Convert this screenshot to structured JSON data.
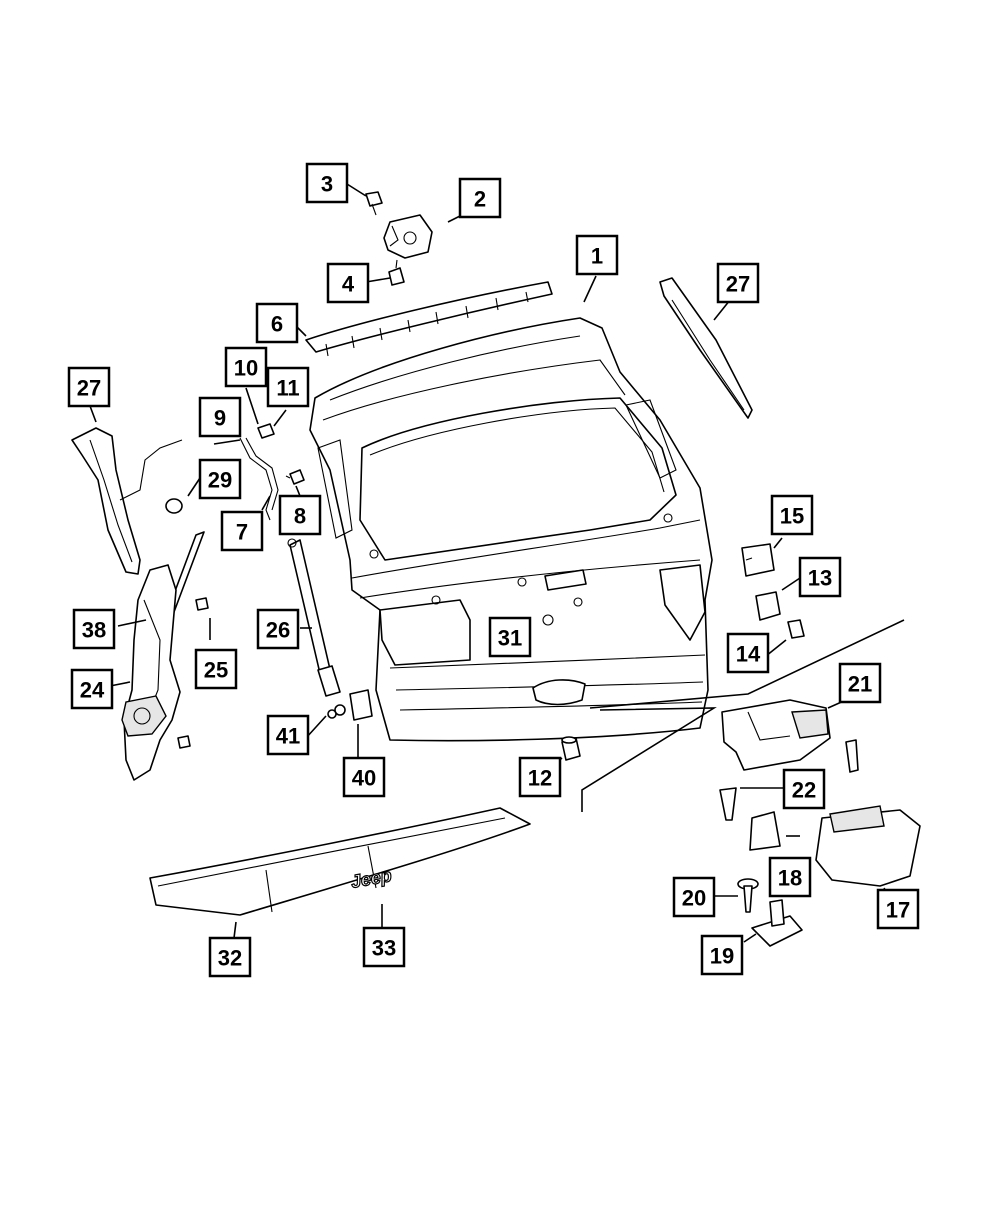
{
  "callouts": [
    {
      "id": "callout-1",
      "label": "1"
    },
    {
      "id": "callout-2",
      "label": "2"
    },
    {
      "id": "callout-3",
      "label": "3"
    },
    {
      "id": "callout-4",
      "label": "4"
    },
    {
      "id": "callout-6",
      "label": "6"
    },
    {
      "id": "callout-7",
      "label": "7"
    },
    {
      "id": "callout-8",
      "label": "8"
    },
    {
      "id": "callout-9",
      "label": "9"
    },
    {
      "id": "callout-10",
      "label": "10"
    },
    {
      "id": "callout-11",
      "label": "11"
    },
    {
      "id": "callout-12",
      "label": "12"
    },
    {
      "id": "callout-13",
      "label": "13"
    },
    {
      "id": "callout-14",
      "label": "14"
    },
    {
      "id": "callout-15",
      "label": "15"
    },
    {
      "id": "callout-17",
      "label": "17"
    },
    {
      "id": "callout-18",
      "label": "18"
    },
    {
      "id": "callout-19",
      "label": "19"
    },
    {
      "id": "callout-20",
      "label": "20"
    },
    {
      "id": "callout-21",
      "label": "21"
    },
    {
      "id": "callout-22",
      "label": "22"
    },
    {
      "id": "callout-24",
      "label": "24"
    },
    {
      "id": "callout-25",
      "label": "25"
    },
    {
      "id": "callout-26",
      "label": "26"
    },
    {
      "id": "callout-27-left",
      "label": "27"
    },
    {
      "id": "callout-27-right",
      "label": "27"
    },
    {
      "id": "callout-29",
      "label": "29"
    },
    {
      "id": "callout-31",
      "label": "31"
    },
    {
      "id": "callout-32",
      "label": "32"
    },
    {
      "id": "callout-33",
      "label": "33"
    },
    {
      "id": "callout-38",
      "label": "38"
    },
    {
      "id": "callout-40",
      "label": "40"
    },
    {
      "id": "callout-41",
      "label": "41"
    }
  ],
  "emblem_text": "Jeep",
  "colors": {
    "line": "#000000",
    "background": "#ffffff",
    "shade": "#e6e6e6"
  }
}
